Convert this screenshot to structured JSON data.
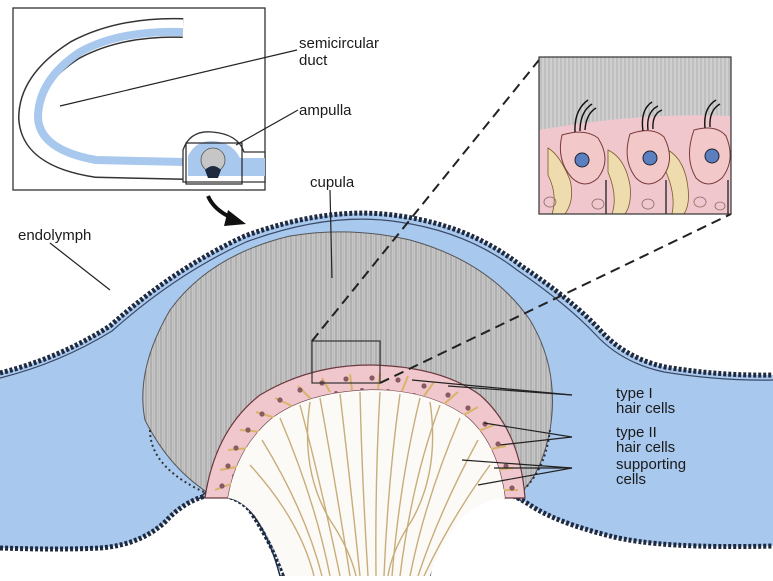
{
  "labels": {
    "semicircular_duct_line1": "semicircular",
    "semicircular_duct_line2": "duct",
    "ampulla": "ampulla",
    "cupula": "cupula",
    "endolymph": "endolymph",
    "type1_line1": "type I",
    "type1_line2": "hair cells",
    "type2_line1": "type II",
    "type2_line2": "hair cells",
    "supporting_line1": "supporting",
    "supporting_line2": "cells"
  },
  "colors": {
    "endolymph_blue": "#a9c8ee",
    "cupula_gray": "#c9c9c9",
    "epithelium_pink": "#efc7cc",
    "supporting_tan": "#eedcae",
    "nerve_tan": "#c8ad7a",
    "tissue_dark": "#1e2a40"
  }
}
